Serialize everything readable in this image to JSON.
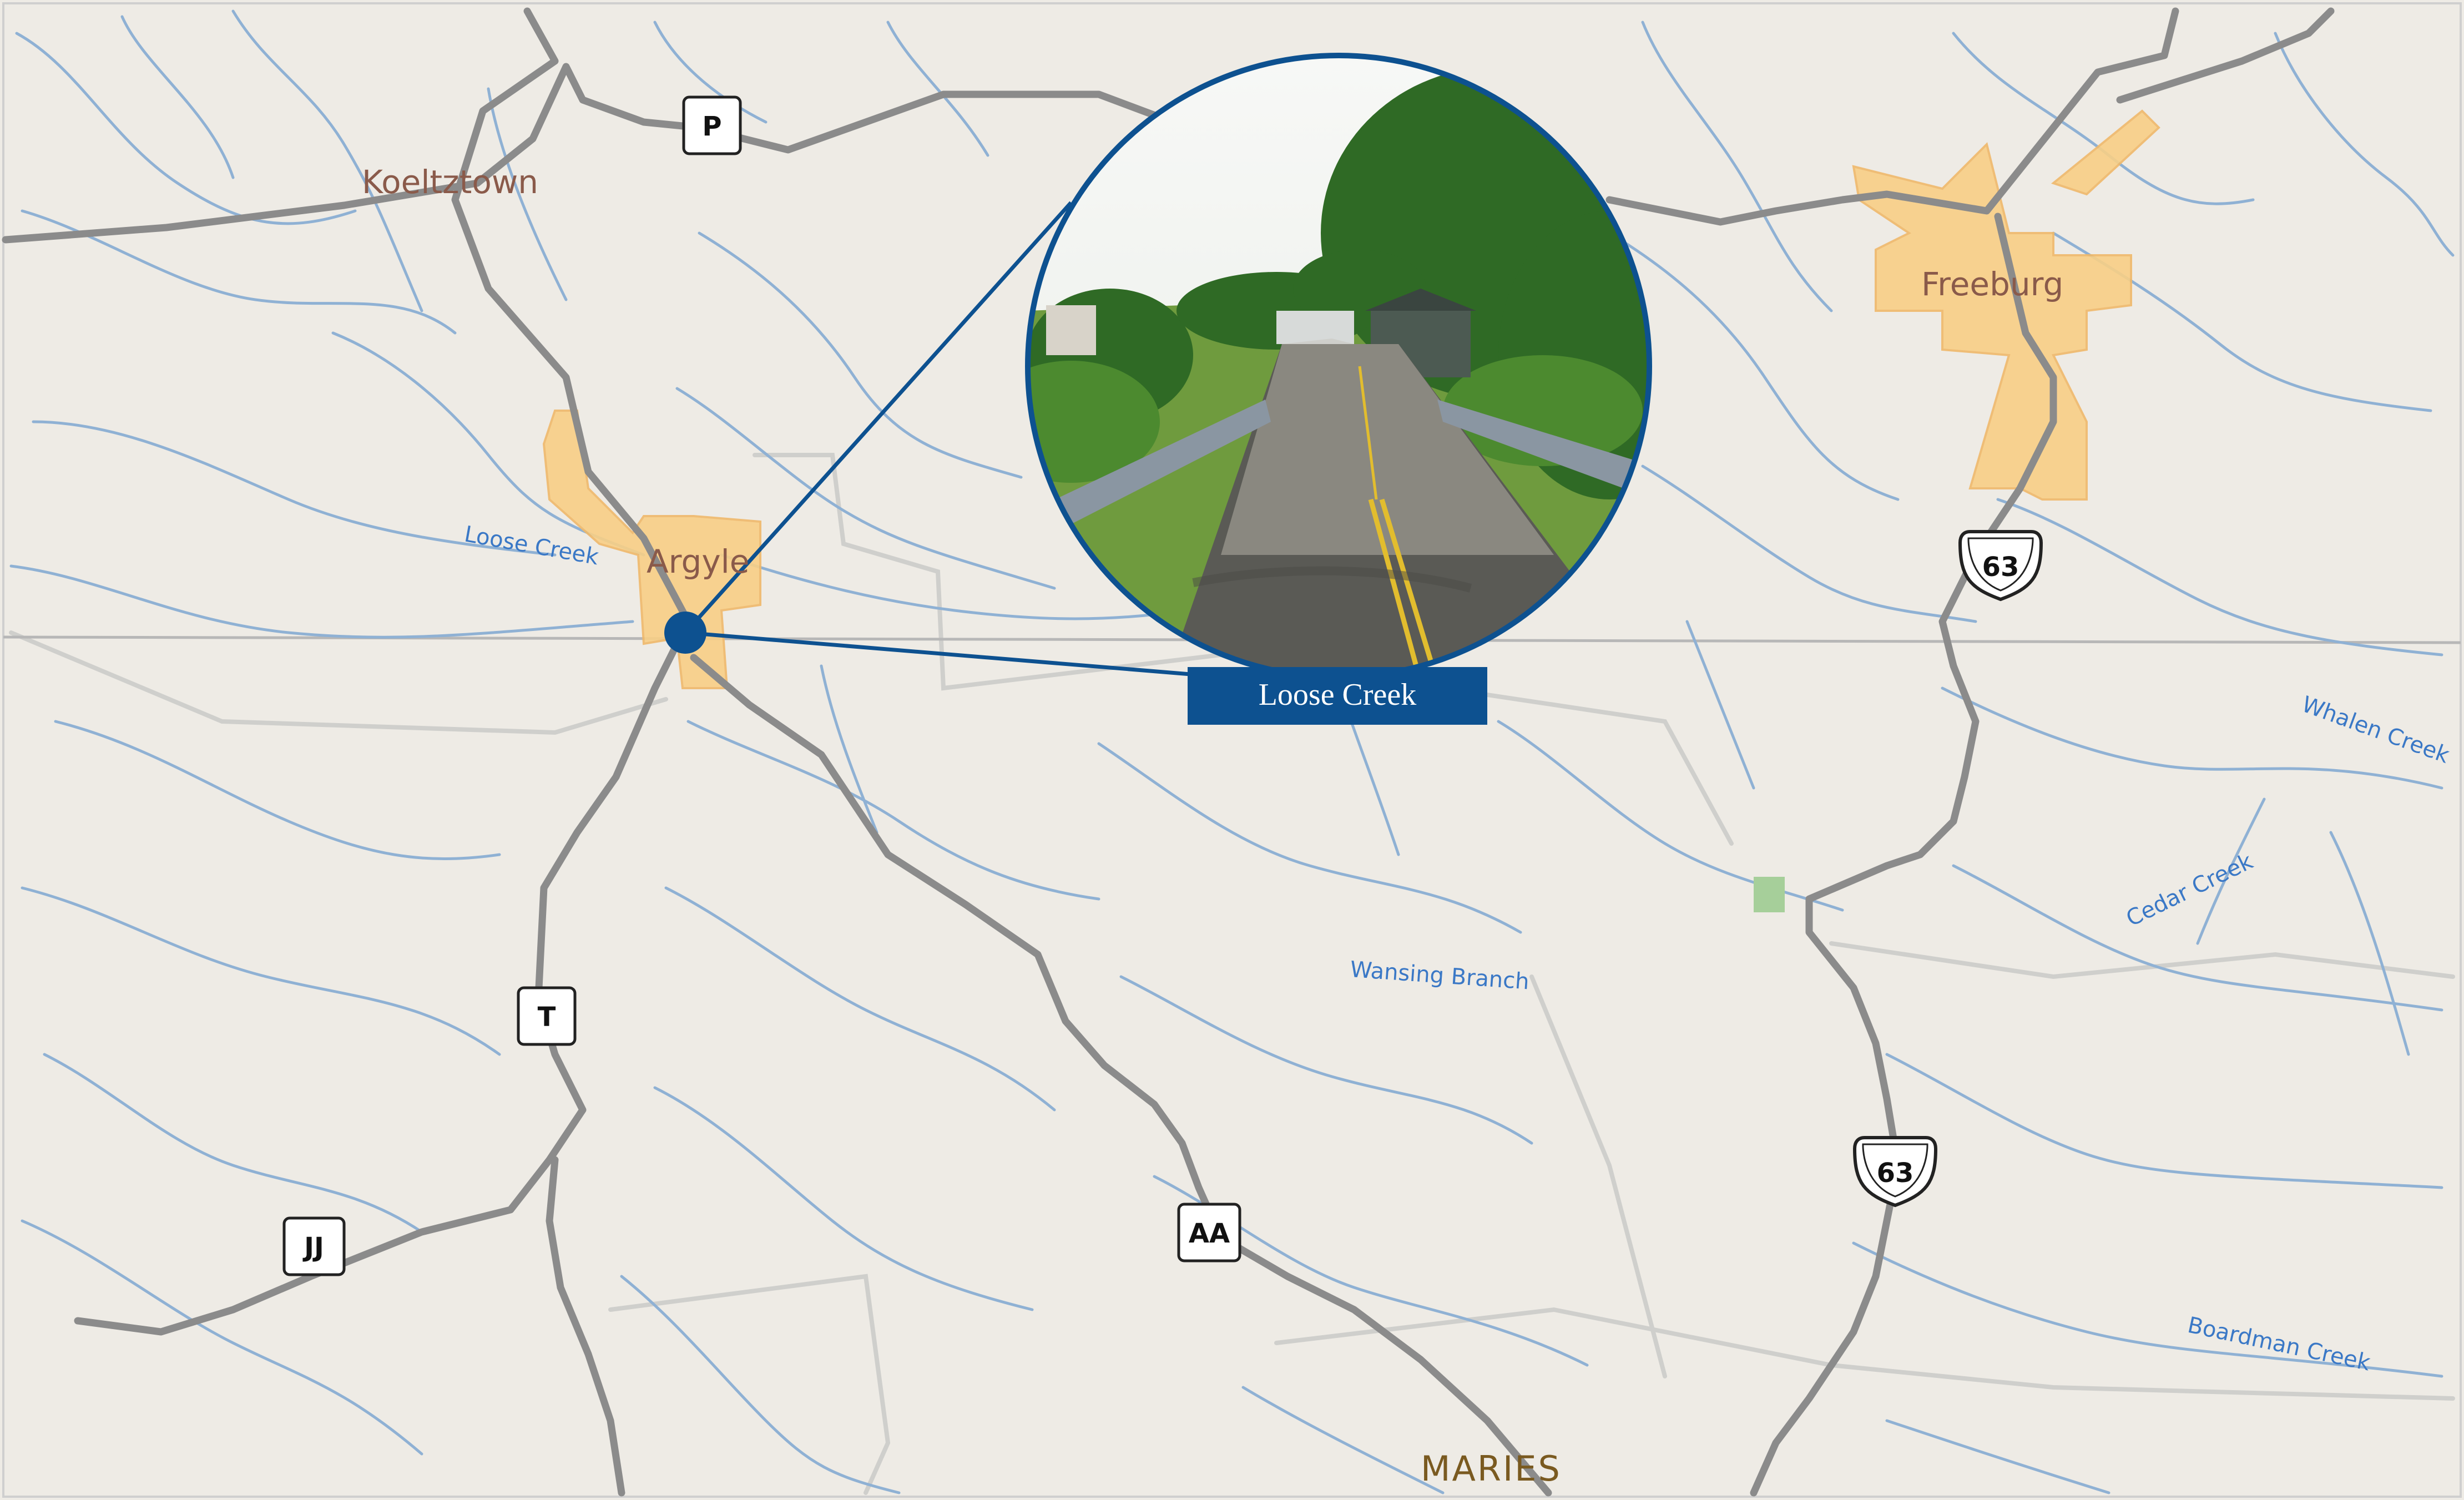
{
  "colors": {
    "land": "#eeebe5",
    "water": "#8fb1d4",
    "road": "#8b8b8b",
    "minor_road": "#cfcfcc",
    "town_fill": "#f8cf86",
    "town_stroke": "#f0b96a",
    "accent": "#0d5190"
  },
  "towns": {
    "koeltztown": "Koeltztown",
    "argyle": "Argyle",
    "freeburg": "Freeburg"
  },
  "county": "MARIES",
  "streams": {
    "loose_creek": "Loose Creek",
    "wansing_branch": "Wansing Branch",
    "whalen_creek": "Whalen Creek",
    "cedar_creek": "Cedar Creek",
    "boardman_creek": "Boardman Creek"
  },
  "shields": {
    "p": "P",
    "t": "T",
    "jj": "JJ",
    "aa": "AA",
    "us63_north": "63",
    "us63_south": "63"
  },
  "callout": {
    "label": "Loose Creek",
    "photo_icon": "bridge-photo-icon"
  }
}
